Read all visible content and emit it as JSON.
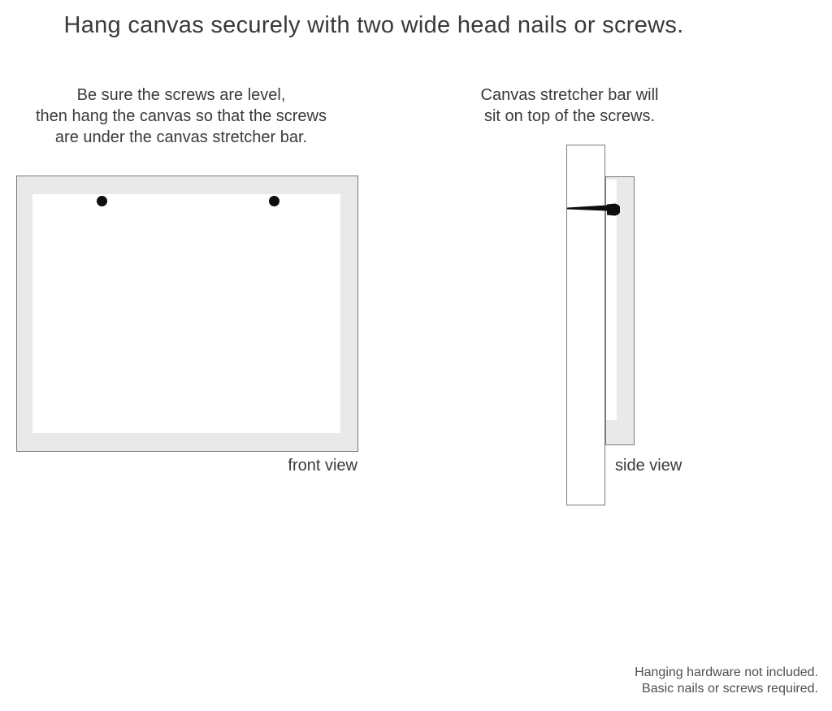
{
  "title": "Hang canvas securely with two wide head nails or screws.",
  "instructions": {
    "front": {
      "lines": [
        "Be sure the screws are level,",
        "then hang the canvas so that the screws",
        "are under the canvas stretcher bar."
      ]
    },
    "side": {
      "lines": [
        "Canvas stretcher bar will",
        "sit on top of the screws."
      ]
    }
  },
  "figures": {
    "front_view": {
      "label": "front view",
      "screw_count": 2
    },
    "side_view": {
      "label": "side view"
    }
  },
  "footer": {
    "lines": [
      "Hanging hardware not included.",
      "Basic nails or screws required."
    ]
  },
  "colors": {
    "text": "#3a3a3a",
    "border": "#7a7a7a",
    "band": "#e9e9e9",
    "screw": "#0d0d0d",
    "footer_text": "#4f4f4f"
  }
}
